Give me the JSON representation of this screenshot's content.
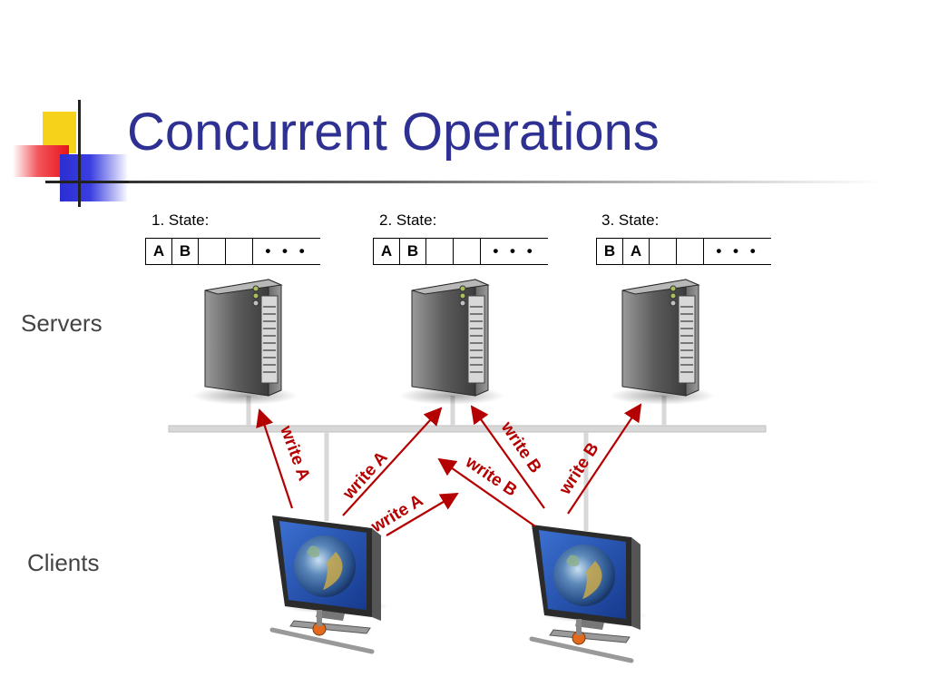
{
  "title": "Concurrent Operations",
  "labels": {
    "servers": "Servers",
    "clients": "Clients"
  },
  "states": [
    {
      "label": "1. State:",
      "cells": [
        "A",
        "B",
        "",
        "",
        "• • •"
      ]
    },
    {
      "label": "2. State:",
      "cells": [
        "A",
        "B",
        "",
        "",
        "• • •"
      ]
    },
    {
      "label": "3. State:",
      "cells": [
        "B",
        "A",
        "",
        "",
        "• • •"
      ]
    }
  ],
  "arrows": [
    {
      "label": "write A"
    },
    {
      "label": "write A"
    },
    {
      "label": "write A"
    },
    {
      "label": "write B"
    },
    {
      "label": "write B"
    },
    {
      "label": "write B"
    }
  ],
  "colors": {
    "title": "#2e3192",
    "arrow": "#b40000",
    "network": "#d8d8d8"
  },
  "icons": {
    "server": "server-tower-icon",
    "client": "computer-monitor-globe-icon"
  }
}
